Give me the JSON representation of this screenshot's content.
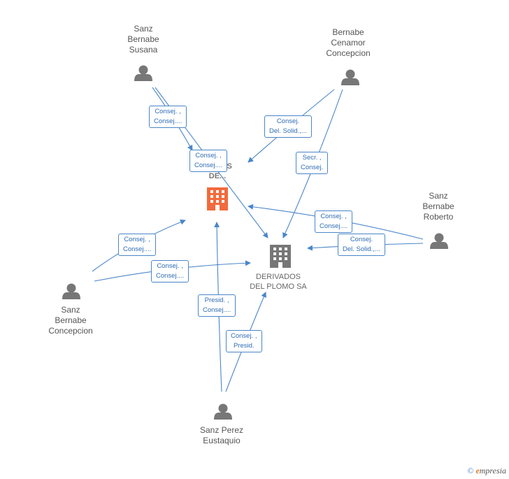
{
  "persons": {
    "susana": {
      "line1": "Sanz",
      "line2": "Bernabe",
      "line3": "Susana"
    },
    "cenamor": {
      "line1": "Bernabe",
      "line2": "Cenamor",
      "line3": "Concepcion"
    },
    "roberto": {
      "line1": "Sanz",
      "line2": "Bernabe",
      "line3": "Roberto"
    },
    "concepcion": {
      "line1": "Sanz",
      "line2": "Bernabe",
      "line3": "Concepcion"
    },
    "eustaquio": {
      "line1": "Sanz Perez",
      "line2": "Eustaquio"
    }
  },
  "companies": {
    "top": {
      "line1": "...S",
      "line2": "IN...LES",
      "line3": "DE...",
      "color": "#f26a3d"
    },
    "main": {
      "line1": "DERIVADOS",
      "line2": "DEL PLOMO SA",
      "color": "#777777"
    }
  },
  "edge_labels": {
    "e1": {
      "line1": "Consej. ,",
      "line2": "Consej...."
    },
    "e2": {
      "line1": "Consej.",
      "line2": "Del. Solid.,..."
    },
    "e3": {
      "line1": "Consej. ,",
      "line2": "Consej...."
    },
    "e4": {
      "line1": "Secr. ,",
      "line2": "Consej."
    },
    "e5": {
      "line1": "Consej. ,",
      "line2": "Consej...."
    },
    "e6": {
      "line1": "Consej.",
      "line2": "Del. Solid.,..."
    },
    "e7": {
      "line1": "Consej. ,",
      "line2": "Consej...."
    },
    "e8": {
      "line1": "Consej. ,",
      "line2": "Consej...."
    },
    "e9": {
      "line1": "Presid. ,",
      "line2": "Consej...."
    },
    "e10": {
      "line1": "Consej. ,",
      "line2": "Presid."
    }
  },
  "footer": {
    "copyright": "©",
    "brand_initial": "e",
    "brand_rest": "mpresia"
  },
  "colors": {
    "edge": "#4a86c8",
    "person_icon": "#777777"
  }
}
